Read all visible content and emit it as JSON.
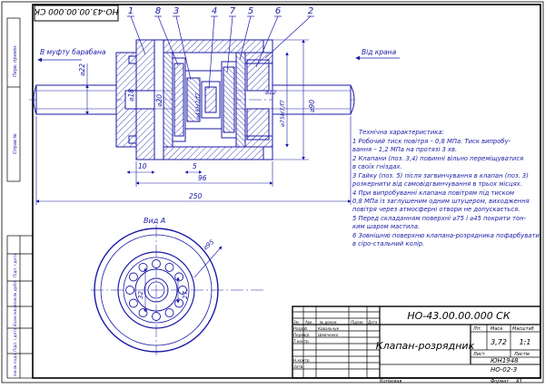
{
  "stamp_code": "НО-43.00.00.000 СК",
  "title_block": {
    "code": "НО-43.00.00.000 СК",
    "name": "Клапан-розрядник",
    "mass": "3,72",
    "scale": "1:1",
    "sheet_label": "Лист",
    "sheets_label": "Листів",
    "lit_label": "Літ.",
    "mass_label": "Маса",
    "scale_label": "Масштаб",
    "org1": "ЮН1948",
    "org2": "НО-02-3",
    "copied": "Копіював",
    "format": "Формат",
    "format_val": "А3",
    "rows": [
      "Зм.",
      "Арк.",
      "№ докум.",
      "Підпис",
      "Дата"
    ],
    "roles": [
      "Розроб.",
      "Перевір.",
      "Т.контр.",
      "",
      "Н.контр.",
      "Затв."
    ],
    "names": [
      "Ковальчук",
      "Шевченко"
    ]
  },
  "labels": {
    "left_conn": "В муфту барабана",
    "right_conn": "Від крана",
    "view": "Вид А"
  },
  "callouts": [
    "1",
    "8",
    "3",
    "4",
    "7",
    "5",
    "6",
    "2"
  ],
  "dimensions": {
    "d22": "⌀22",
    "d18": "⌀18",
    "d20": "⌀20",
    "d12": "⌀12",
    "d45": "⌀45Н7/f7",
    "d75": "⌀75Н7/f7",
    "d90": "⌀90",
    "l10": "10",
    "l5": "5",
    "l96": "96",
    "l250": "250",
    "d95": "⌀95",
    "l27": "27",
    "l32": "32"
  },
  "notes": {
    "heading": "Технічна характеристика:",
    "lines": [
      "1 Робочий тиск повітря – 0,8 МПа. Тиск випробу-",
      "   вання – 1,2 МПа на протязі 3 хв.",
      "2 Клапани (поз. 3,4) повинні вільно переміщуватися",
      "   в своїх гніздах.",
      "3 Гайку (поз. 5) після загвинчування в клапан (поз. 3)",
      "   розкернити від самовідгвинчування в трьох місцях.",
      "4 При випробуванні клапана повітрям під тиском",
      "   0,8 МПа із заглушеним одним штуцером, виходження",
      "   повітря через атмосферні отвори не допускається.",
      "5 Перед складанням поверхні ⌀75 і ⌀45 покрити тон-",
      "   ким шаром мастила.",
      "6 Зовнішню поверхню клапана-розрядника пофарбувати",
      "   в сіро-стальний колір."
    ]
  },
  "strip": [
    "Інв.№ подл.",
    "Підп. і дата",
    "Взам.інв.№",
    "Інв.№ дубл.",
    "Підп. і дата",
    "Справ №",
    "Перв. примін."
  ],
  "colors": {
    "line": "#1a1aa6",
    "hatch": "#2020b0",
    "dark": "#000000"
  }
}
